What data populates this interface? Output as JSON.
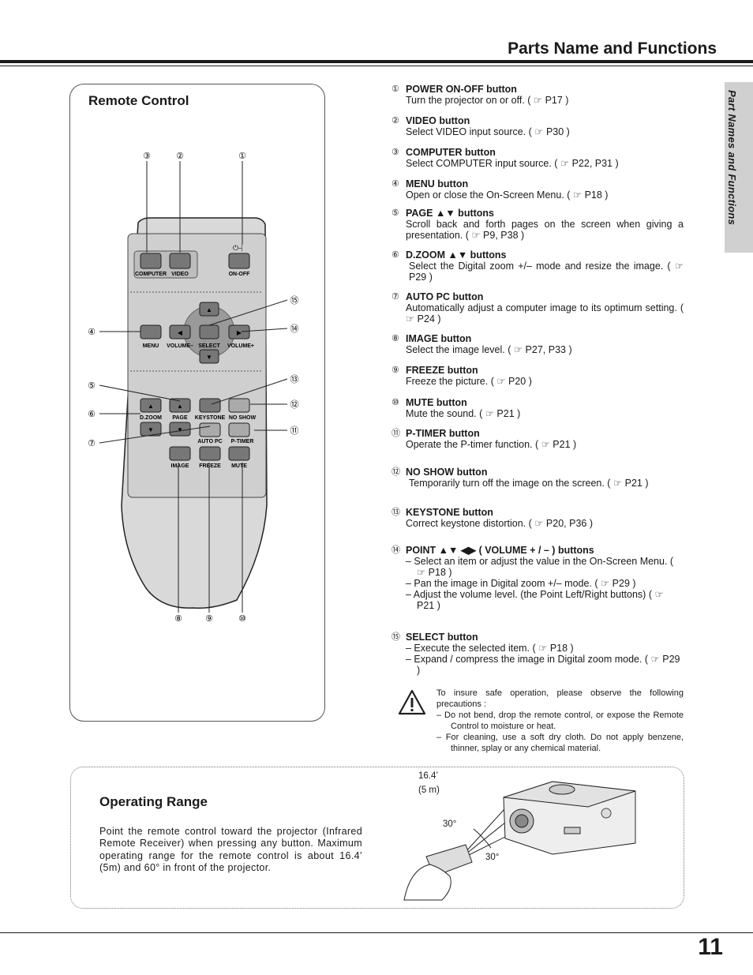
{
  "header": {
    "title": "Parts Name and Functions"
  },
  "side_tab": {
    "label": "Part Names and Functions"
  },
  "remote_control": {
    "heading": "Remote Control",
    "callouts": {
      "n1": "①",
      "n2": "②",
      "n3": "③",
      "n4": "④",
      "n5": "⑤",
      "n6": "⑥",
      "n7": "⑦",
      "n8": "⑧",
      "n9": "⑨",
      "n10": "⑩",
      "n11": "⑪",
      "n12": "⑫",
      "n13": "⑬",
      "n14": "⑭",
      "n15": "⑮"
    },
    "button_labels": {
      "power_symbol": "⏻┥",
      "computer": "COMPUTER",
      "video": "VIDEO",
      "on_off": "ON-OFF",
      "menu": "MENU",
      "volume_minus": "VOLUME–",
      "select": "SELECT",
      "volume_plus": "VOLUME+",
      "dzoom": "D.ZOOM",
      "page": "PAGE",
      "keystone": "KEYSTONE",
      "no_show": "NO SHOW",
      "auto_pc": "AUTO PC",
      "p_timer": "P-TIMER",
      "image": "IMAGE",
      "freeze": "FREEZE",
      "mute": "MUTE",
      "arrow_up": "▲",
      "arrow_down": "▼",
      "arrow_left": "◀",
      "arrow_right": "▶"
    }
  },
  "functions": [
    {
      "num": "①",
      "title": "POWER ON-OFF button",
      "desc": "Turn the projector on or off.  ( ☞ P17 )"
    },
    {
      "num": "②",
      "title": "VIDEO button",
      "desc": "Select VIDEO input source.  ( ☞ P30 )"
    },
    {
      "num": "③",
      "title": "COMPUTER button",
      "desc": "Select COMPUTER input source.  ( ☞ P22, P31 )"
    },
    {
      "num": "④",
      "title": "MENU button",
      "desc": "Open or close the On-Screen Menu.  ( ☞ P18 )"
    },
    {
      "num": "⑤",
      "title": "PAGE  ▲▼ buttons",
      "desc": "Scroll back and forth pages on the screen when giving a presentation.  ( ☞ P9, P38 )"
    },
    {
      "num": "⑥",
      "title": "D.ZOOM ▲▼ buttons",
      "desc": "Select the Digital zoom +/– mode and resize the image.  ( ☞ P29 )"
    },
    {
      "num": "⑦",
      "title": "AUTO PC button",
      "desc": "Automatically adjust a computer image to its optimum setting.  ( ☞ P24 )"
    },
    {
      "num": "⑧",
      "title": "IMAGE button",
      "desc": "Select the image level.  ( ☞ P27, P33 )"
    },
    {
      "num": "⑨",
      "title": "FREEZE button",
      "desc": "Freeze the picture.  ( ☞ P20 )"
    },
    {
      "num": "⑩",
      "title": "MUTE button",
      "desc": "Mute the sound.  ( ☞ P21 )"
    },
    {
      "num": "⑪",
      "title": "P-TIMER button",
      "desc": "Operate the P-timer function.  ( ☞ P21 )"
    },
    {
      "num": "⑫",
      "title": "NO SHOW button",
      "desc": "Temporarily turn off the image on the screen.  ( ☞ P21 )"
    },
    {
      "num": "⑬",
      "title": "KEYSTONE button",
      "desc": "Correct keystone distortion.  ( ☞ P20, P36 )"
    },
    {
      "num": "⑭",
      "title": "POINT ▲▼ ◀▶ ( VOLUME + / – ) buttons",
      "subs": [
        "–  Select an item or adjust the value in the On-Screen Menu. ( ☞ P18 )",
        "–  Pan the image in Digital zoom +/– mode.  ( ☞ P29 )",
        "–  Adjust the volume level. (the Point Left/Right buttons) ( ☞ P21 )"
      ]
    },
    {
      "num": "⑮",
      "title": "SELECT button",
      "subs": [
        "–  Execute the selected item.  ( ☞ P18 )",
        "–  Expand / compress the image in Digital zoom mode. ( ☞ P29 )"
      ]
    }
  ],
  "caution": {
    "intro": "To insure safe operation, please observe the following precautions :",
    "items": [
      "–  Do not bend, drop the remote control, or expose the Remote Control to moisture or heat.",
      "–  For cleaning, use a soft dry cloth.  Do not apply benzene, thinner, splay or any chemical material."
    ]
  },
  "operating_range": {
    "heading": "Operating Range",
    "text": "Point the remote control toward the projector (Infrared Remote Receiver) when pressing any button.  Maximum operating range for the remote control is about 16.4’ (5m) and 60° in front of the projector.",
    "distance_ft": "16.4’",
    "distance_m": "(5 m)",
    "angle_upper": "30°",
    "angle_lower": "30°"
  },
  "footer": {
    "page_number": "11"
  }
}
